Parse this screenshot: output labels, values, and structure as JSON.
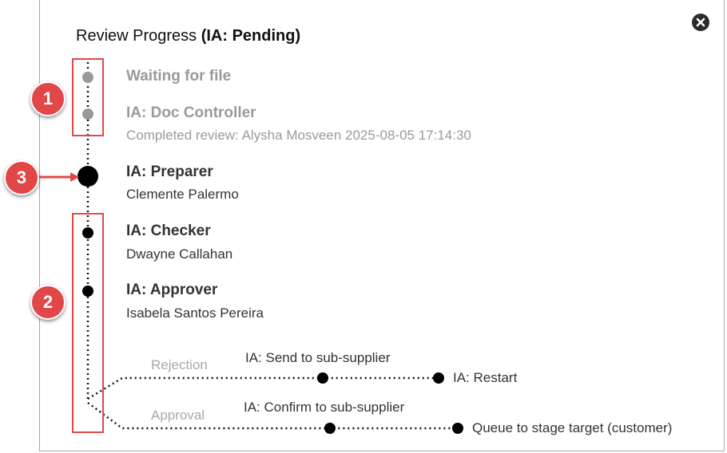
{
  "dialog": {
    "title_prefix": "Review Progress ",
    "title_status": "(IA: Pending)",
    "close_icon": "close-circle-icon"
  },
  "steps": [
    {
      "title": "Waiting for file",
      "subtitle": "",
      "state": "done"
    },
    {
      "title": "IA: Doc Controller",
      "subtitle": "Completed review: Alysha Mosveen 2025-08-05 17:14:30",
      "state": "done"
    },
    {
      "title": "IA: Preparer",
      "subtitle": "Clemente Palermo",
      "state": "current"
    },
    {
      "title": "IA: Checker",
      "subtitle": "Dwayne Callahan",
      "state": "pending"
    },
    {
      "title": "IA: Approver",
      "subtitle": "Isabela Santos Pereira",
      "state": "pending"
    }
  ],
  "branches": {
    "rejection": {
      "label": "Rejection",
      "node1": "IA: Send to sub-supplier",
      "node2": "IA: Restart"
    },
    "approval": {
      "label": "Approval",
      "node1": "IA: Confirm to sub-supplier",
      "node2": "Queue to stage target (customer)"
    }
  },
  "annotations": {
    "badge1": "1",
    "badge2": "2",
    "badge3": "3"
  },
  "colors": {
    "done": "#999999",
    "current": "#000000",
    "pending": "#000000",
    "annotation": "#e24747"
  }
}
